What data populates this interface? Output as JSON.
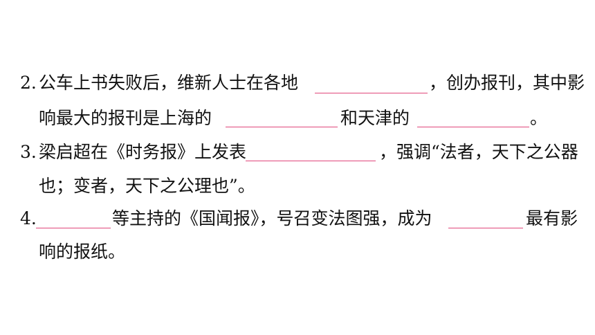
{
  "questions": [
    {
      "number": "2.",
      "line1_text1": "公车上书失败后，维新人士在各地",
      "line1_text2": "，创办报刊，其中影",
      "line2_text1": "响最大的报刊是上海的",
      "line2_text2": "和天津的",
      "line2_text3": "。"
    },
    {
      "number": "3.",
      "line1_text1": "梁启超在《时务报》上发表",
      "line1_text2": "，强调“法者，天下之公器",
      "line2_text1": "也；变者，天下之公理也”。"
    },
    {
      "number": "4.",
      "line1_text1": "等主持的《国闻报》，号召变法图强，成为",
      "line1_text2": "最有影",
      "line2_text1": "响的报纸。"
    }
  ],
  "colors": {
    "text": "#111111",
    "blank_line": "#e0457a",
    "background": "#ffffff"
  }
}
